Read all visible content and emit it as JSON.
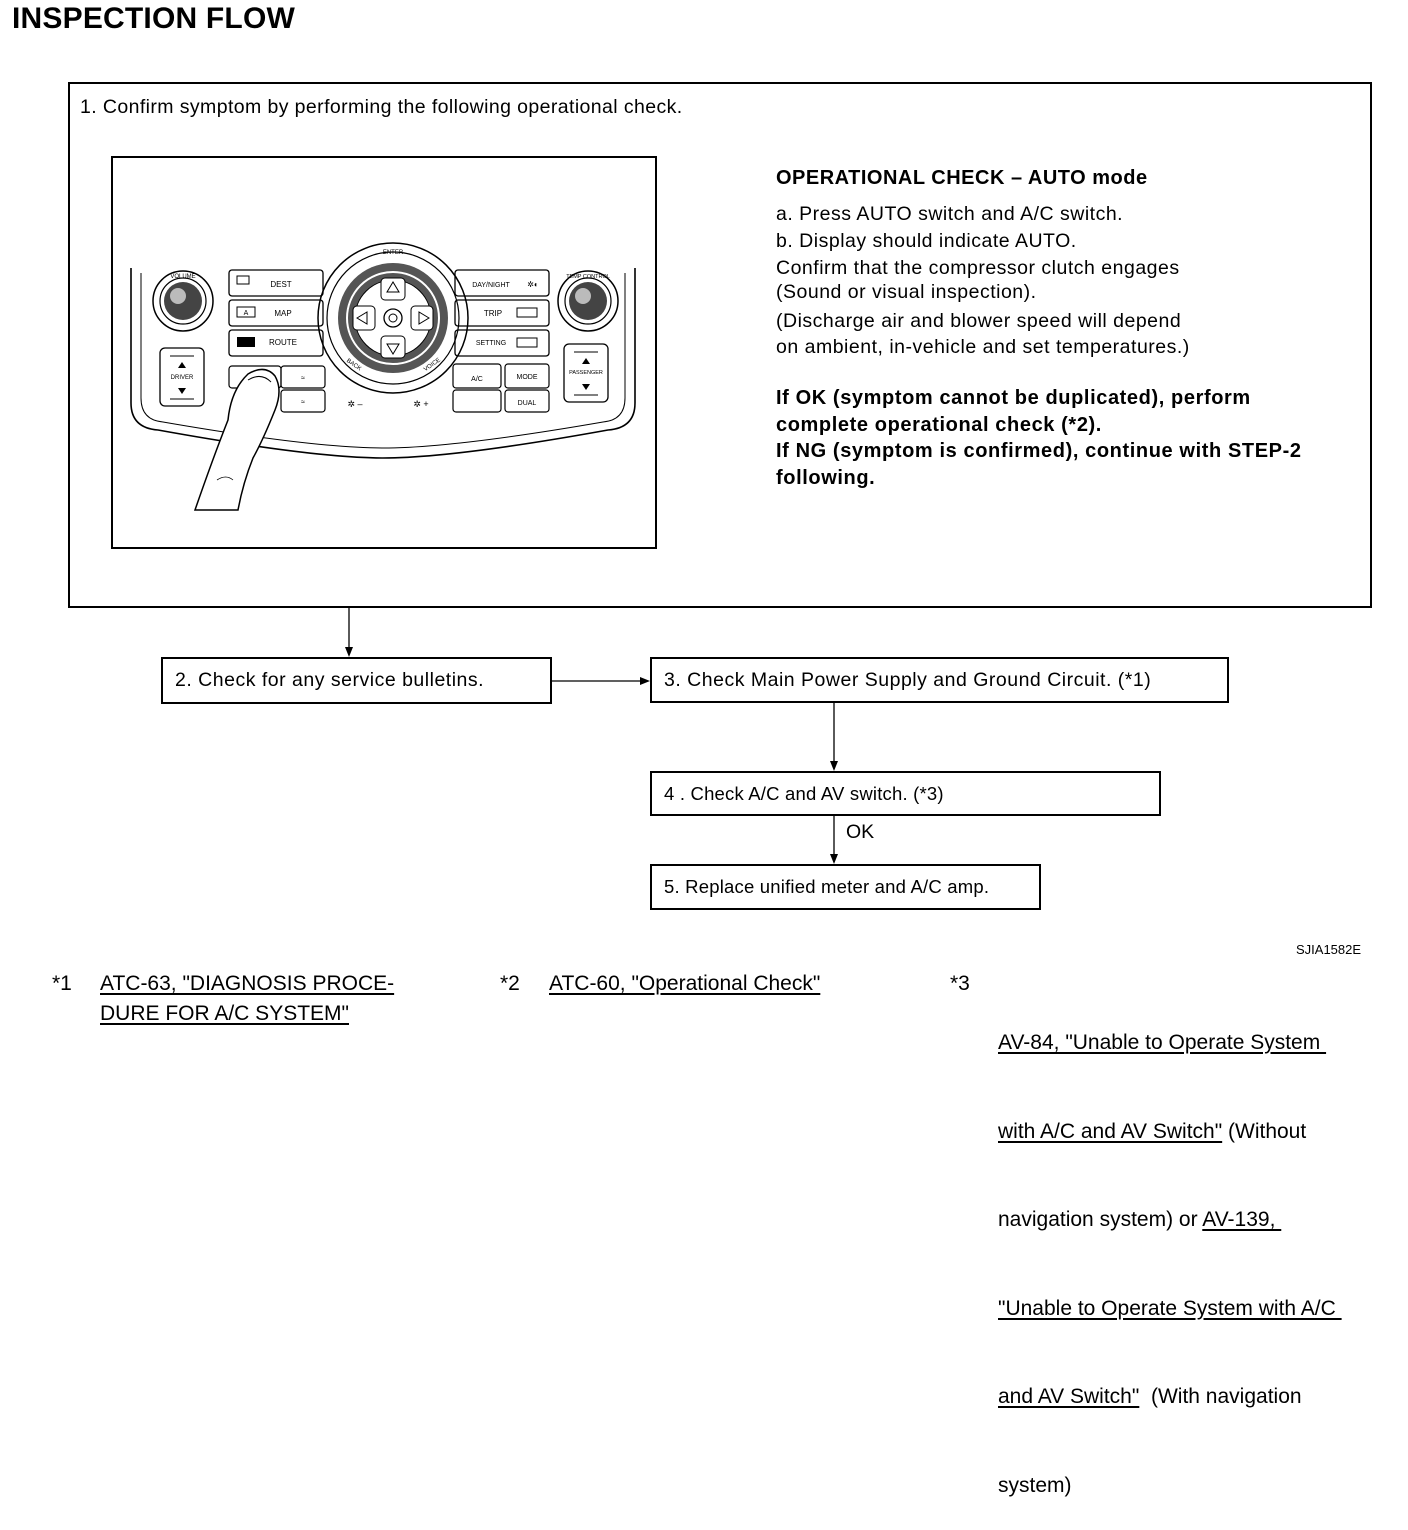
{
  "title": "INSPECTION FLOW",
  "step1": {
    "text": "1. Confirm symptom by performing the following operational check.",
    "panel": {
      "dest": "DEST",
      "map": "MAP",
      "route": "ROUTE",
      "day_night": "DAY/NIGHT",
      "trip": "TRIP",
      "setting": "SETTING",
      "enter": "ENTER",
      "back": "BACK",
      "voice": "VOICE",
      "volume": "VOLUME",
      "driver": "DRIVER",
      "passenger": "PASSENGER",
      "temp_ctrl": "TEMP CONTROL",
      "ac": "A/C",
      "mode": "MODE",
      "dual": "DUAL",
      "a_key": "A"
    },
    "check": {
      "title": "OPERATIONAL CHECK – AUTO mode",
      "lines": [
        "a. Press AUTO switch and A/C switch.",
        "b. Display should indicate AUTO.",
        "Confirm that the compressor clutch engages",
        "(Sound or visual inspection).",
        "(Discharge air and blower speed will depend",
        "on ambient, in-vehicle and set temperatures.)"
      ],
      "bold_lines": [
        "If OK (symptom cannot be duplicated), perform",
        "complete operational check (*2).",
        "If NG (symptom is confirmed), continue with STEP-2",
        "following."
      ]
    }
  },
  "steps": {
    "s2": "2. Check for any service bulletins.",
    "s3": "3. Check Main Power Supply and Ground Circuit. (*1)",
    "s4": "4 . Check A/C and AV switch. (*3)",
    "ok": "OK",
    "s5": "5.  Replace unified meter and A/C amp."
  },
  "figure_code": "SJIA1582E",
  "footnotes": {
    "f1": {
      "mark": "*1",
      "link1": "ATC-63, \"DIAGNOSIS PROCE-",
      "link2": "DURE FOR A/C SYSTEM\""
    },
    "f2": {
      "mark": "*2",
      "link": "ATC-60, \"Operational Check\""
    },
    "f3": {
      "mark": "*3",
      "l1": "AV-84, \"Unable to Operate System ",
      "l2a": "with A/C and AV Switch\"",
      "l2b": " (Without",
      "l3a": "navigation system) or ",
      "l3b": "AV-139, ",
      "l4": "\"Unable to Operate System with A/C ",
      "l5a": "and AV Switch\"",
      "l5b": "  (With navigation",
      "l6": "system)"
    }
  }
}
